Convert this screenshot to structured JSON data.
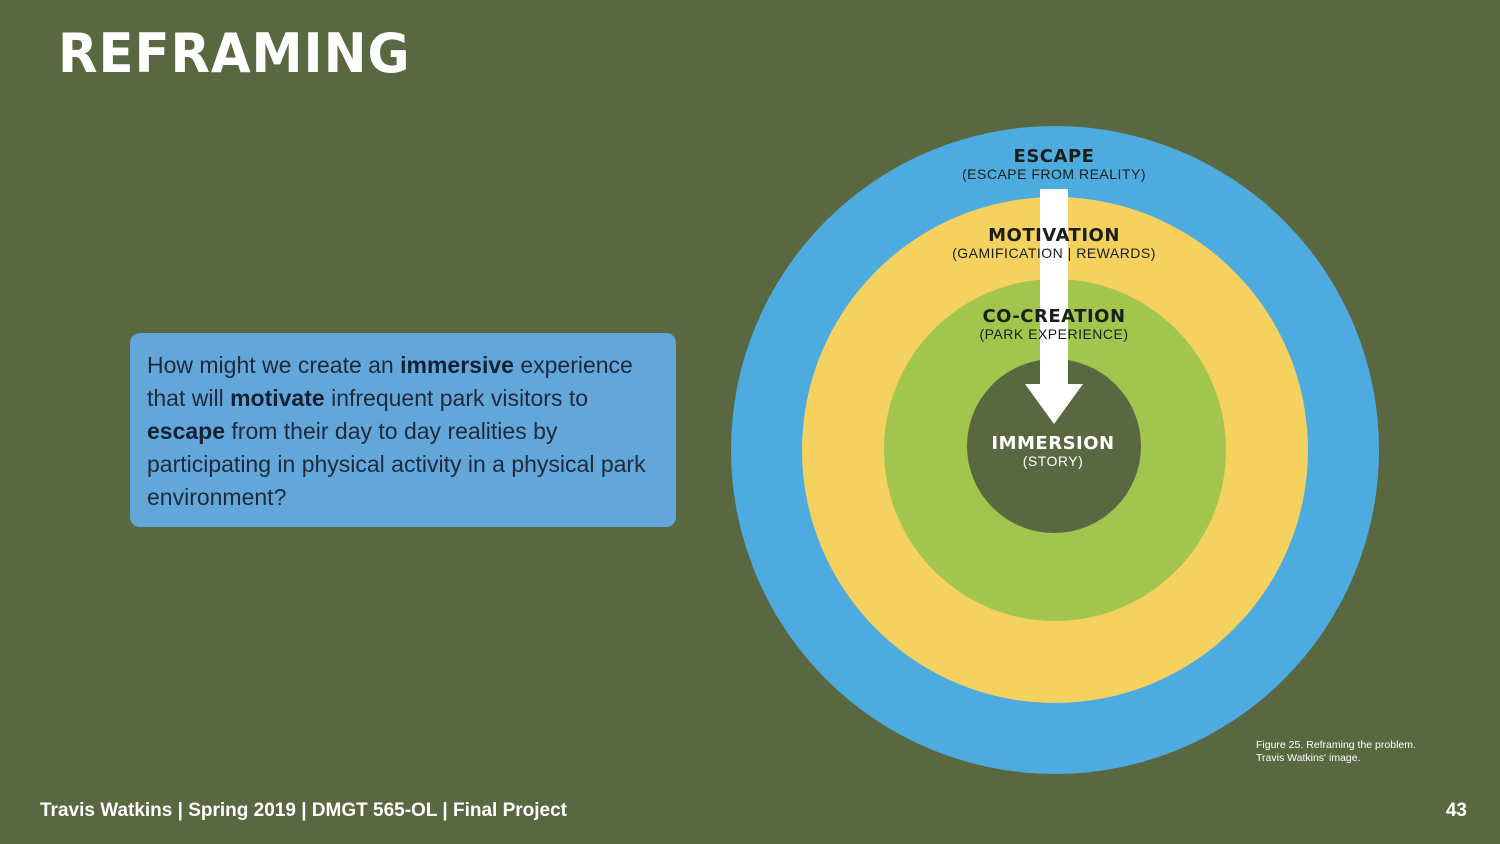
{
  "slide": {
    "title": "REFRAMING",
    "footer": "Travis Watkins | Spring 2019 | DMGT 565-OL | Final Project",
    "page_number": "43"
  },
  "question": {
    "parts": [
      {
        "text": "How might we create an ",
        "bold": false
      },
      {
        "text": "immersive",
        "bold": true
      },
      {
        "text": " experience that will ",
        "bold": false
      },
      {
        "text": "motivate",
        "bold": true
      },
      {
        "text": " infrequent park visitors to ",
        "bold": false
      },
      {
        "text": "escape",
        "bold": true
      },
      {
        "text": " from their day to day realities by participating in physical activity in a physical park environment?",
        "bold": false
      }
    ]
  },
  "diagram": {
    "rings": [
      {
        "title": "ESCAPE",
        "subtitle": "(ESCAPE FROM REALITY)",
        "color": "#4eabdf"
      },
      {
        "title": "MOTIVATION",
        "subtitle": "(GAMIFICATION | REWARDS)",
        "color": "#f5d160"
      },
      {
        "title": "CO-CREATION",
        "subtitle": "(PARK EXPERIENCE)",
        "color": "#a2c64d"
      },
      {
        "title": "IMMERSION",
        "subtitle": "(STORY)",
        "color": "#596840"
      }
    ],
    "arrow_color": "#ffffff"
  },
  "caption": {
    "line1": "Figure 25. Reframing the problem.",
    "line2": "Travis Watkins' image."
  },
  "colors": {
    "background": "#596840",
    "question_box": "#63a7da",
    "text_light": "#ffffff",
    "text_dark": "#1a1f1a"
  }
}
